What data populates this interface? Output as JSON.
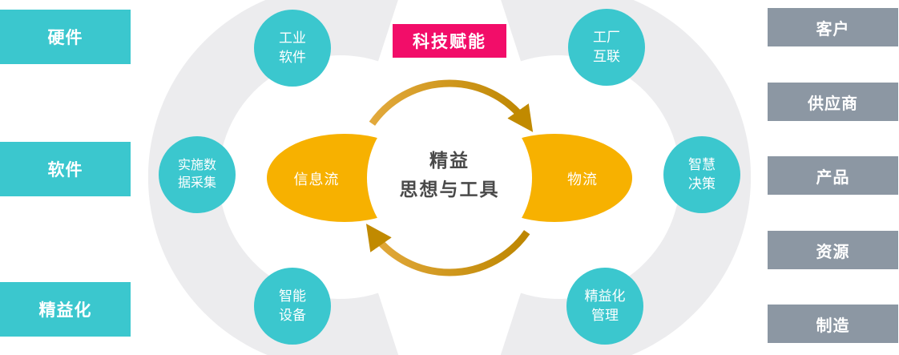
{
  "palette": {
    "teal": "#3BC7CE",
    "gray_box": "#8C97A3",
    "pink": "#F20D69",
    "gold": "#F7B100",
    "crescent": "#ECECEE",
    "core_text": "#4A4A4A"
  },
  "left_panel": {
    "items": [
      {
        "label": "硬件"
      },
      {
        "label": "软件"
      },
      {
        "label": "精益化"
      }
    ]
  },
  "right_panel": {
    "items": [
      {
        "label": "客户"
      },
      {
        "label": "供应商"
      },
      {
        "label": "产品"
      },
      {
        "label": "资源"
      },
      {
        "label": "制造"
      }
    ]
  },
  "badge": {
    "label": "科技赋能"
  },
  "core": {
    "label": "精益\n思想与工具"
  },
  "flows": {
    "left": "信息流",
    "right": "物流"
  },
  "ring_nodes": {
    "top_left": "工业\n软件",
    "mid_left": "实施数\n据采集",
    "bottom_left": "智能\n设备",
    "top_right": "工厂\n互联",
    "mid_right": "智慧\n决策",
    "bottom_right": "精益化\n管理"
  }
}
